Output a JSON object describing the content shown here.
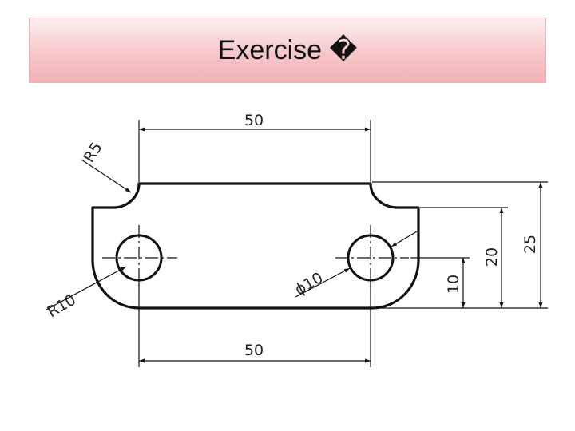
{
  "slide": {
    "title": "Exercise �"
  },
  "drawing": {
    "dimensions": {
      "top_width": "50",
      "bottom_width": "50",
      "radius_small": "R5",
      "radius_large": "R10",
      "hole_diameter": "ϕ10",
      "hole_height": "10",
      "body_height": "20",
      "total_height": "25"
    },
    "line_color": "#111111"
  }
}
